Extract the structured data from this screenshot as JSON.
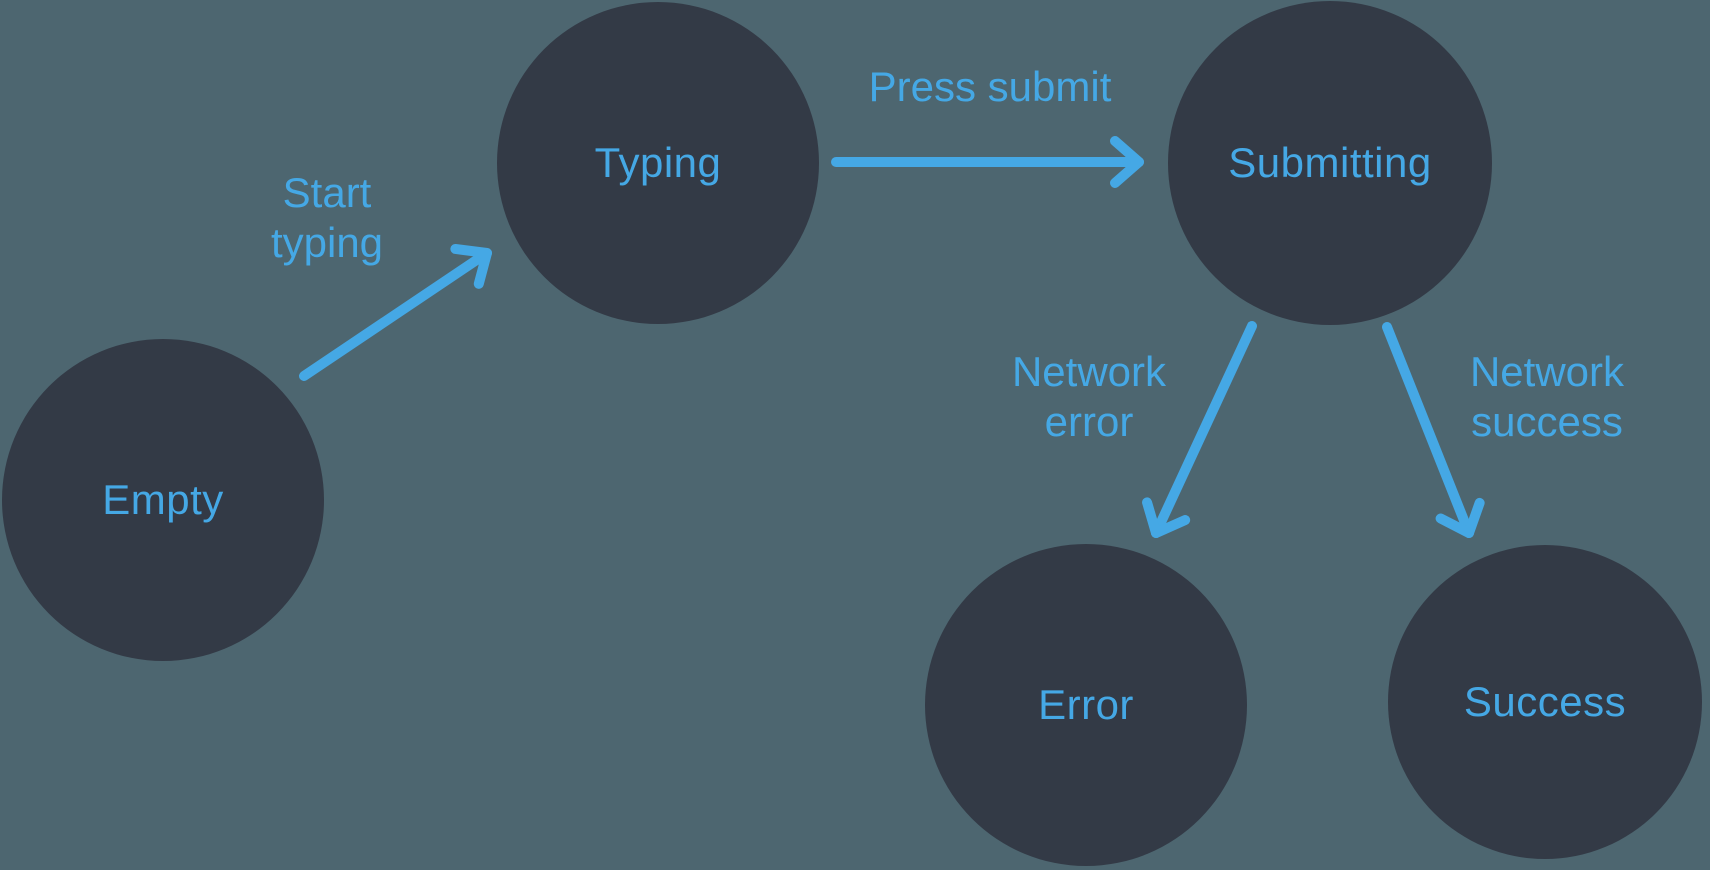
{
  "colors": {
    "background": "#4D6670",
    "node_fill": "#333A46",
    "accent_blue": "#45A8E5"
  },
  "diagram": {
    "type": "state-machine",
    "states": [
      {
        "id": "empty",
        "label": "Empty"
      },
      {
        "id": "typing",
        "label": "Typing"
      },
      {
        "id": "submitting",
        "label": "Submitting"
      },
      {
        "id": "error",
        "label": "Error"
      },
      {
        "id": "success",
        "label": "Success"
      }
    ],
    "transitions": [
      {
        "from": "Empty",
        "to": "Typing",
        "label": "Start typing",
        "lines": [
          "Start",
          "typing"
        ]
      },
      {
        "from": "Typing",
        "to": "Submitting",
        "label": "Press submit",
        "lines": [
          "Press submit"
        ]
      },
      {
        "from": "Submitting",
        "to": "Error",
        "label": "Network error",
        "lines": [
          "Network",
          "error"
        ]
      },
      {
        "from": "Submitting",
        "to": "Success",
        "label": "Network success",
        "lines": [
          "Network",
          "success"
        ]
      }
    ]
  }
}
